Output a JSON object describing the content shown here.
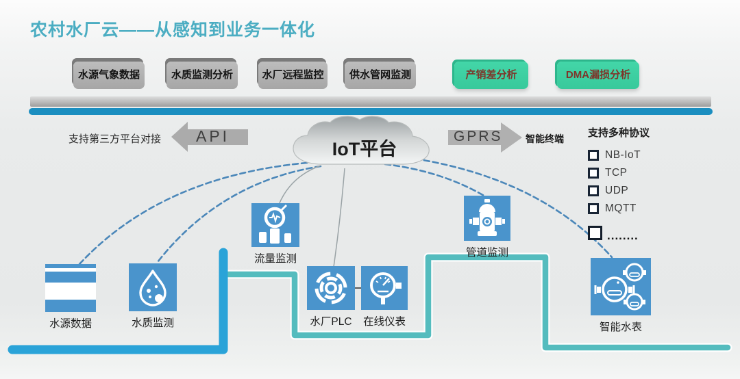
{
  "title": "农村水厂云——从感知到业务一体化",
  "modules": [
    {
      "label": "水源气象数据",
      "variant": "gray"
    },
    {
      "label": "水质监测分析",
      "variant": "gray"
    },
    {
      "label": "水厂远程监控",
      "variant": "gray"
    },
    {
      "label": "供水管网监测",
      "variant": "gray"
    },
    {
      "label": "产销差分析",
      "variant": "green"
    },
    {
      "label": "DMA漏损分析",
      "variant": "green"
    }
  ],
  "cloud": {
    "label": "IoT平台"
  },
  "left_link": {
    "note": "支持第三方平台对接",
    "arrow_label": "API"
  },
  "right_link": {
    "arrow_label": "GPRS",
    "note": "智能终端"
  },
  "protocols": {
    "heading": "支持多种协议",
    "items": [
      "NB-IoT",
      "TCP",
      "UDP",
      "MQTT"
    ],
    "more": "........"
  },
  "devices": [
    {
      "id": "water-source",
      "label": "水源数据"
    },
    {
      "id": "water-quality",
      "label": "水质监测"
    },
    {
      "id": "flow-monitor",
      "label": "流量监测"
    },
    {
      "id": "plant-plc",
      "label": "水厂PLC"
    },
    {
      "id": "online-meter",
      "label": "在线仪表"
    },
    {
      "id": "pipeline-monitor",
      "label": "管道监测"
    },
    {
      "id": "smart-meter",
      "label": "智能水表"
    }
  ],
  "colors": {
    "title_teal": "#4BADC2",
    "module_gray": "#ADADAD",
    "module_green": "#3ECFA2",
    "module_green_text": "#7E352A",
    "platform_blue": "#1B8EC0",
    "device_blue": "#4A94CC",
    "pipe_blue": "#2AA3D8",
    "pipe_teal": "#54BCBE",
    "dashed_link_blue": "#4B87B9",
    "arrow_gray": "#ABABAB"
  }
}
